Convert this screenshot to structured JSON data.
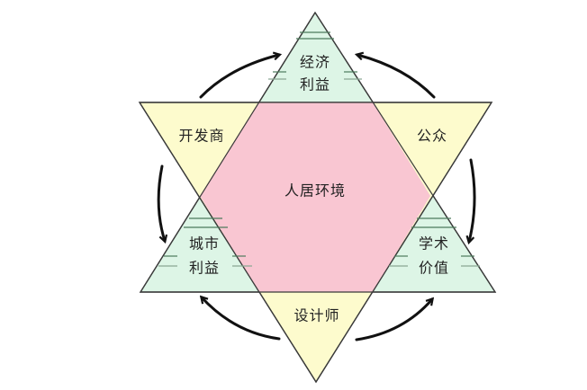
{
  "diagram": {
    "center": {
      "label": "人居环境"
    },
    "inverted_triangle_corners": [
      {
        "id": "developer",
        "label": "开发商"
      },
      {
        "id": "public",
        "label": "公众"
      },
      {
        "id": "designer",
        "label": "设计师"
      }
    ],
    "upright_triangle_corners": [
      {
        "id": "economic",
        "line1": "经济",
        "line2": "利益"
      },
      {
        "id": "urban",
        "line1": "城市",
        "line2": "利益"
      },
      {
        "id": "academic",
        "line1": "学术",
        "line2": "价值"
      }
    ],
    "arrows": [
      {
        "from": "developer",
        "to": "economic",
        "direction": "clockwise"
      },
      {
        "from": "public",
        "to": "economic",
        "direction": "counterclockwise"
      },
      {
        "from": "developer",
        "to": "urban",
        "direction": "counterclockwise"
      },
      {
        "from": "public",
        "to": "academic",
        "direction": "clockwise"
      },
      {
        "from": "designer",
        "to": "urban",
        "direction": "clockwise"
      },
      {
        "from": "designer",
        "to": "academic",
        "direction": "counterclockwise"
      }
    ],
    "colors": {
      "center_fill": "#f9c6d2",
      "yellow_fill": "#fdfbcd",
      "green_fill": "#ddf5e6",
      "outline": "#3a3a3a",
      "stripe": "#4d7a5c",
      "arrow": "#111111"
    }
  }
}
